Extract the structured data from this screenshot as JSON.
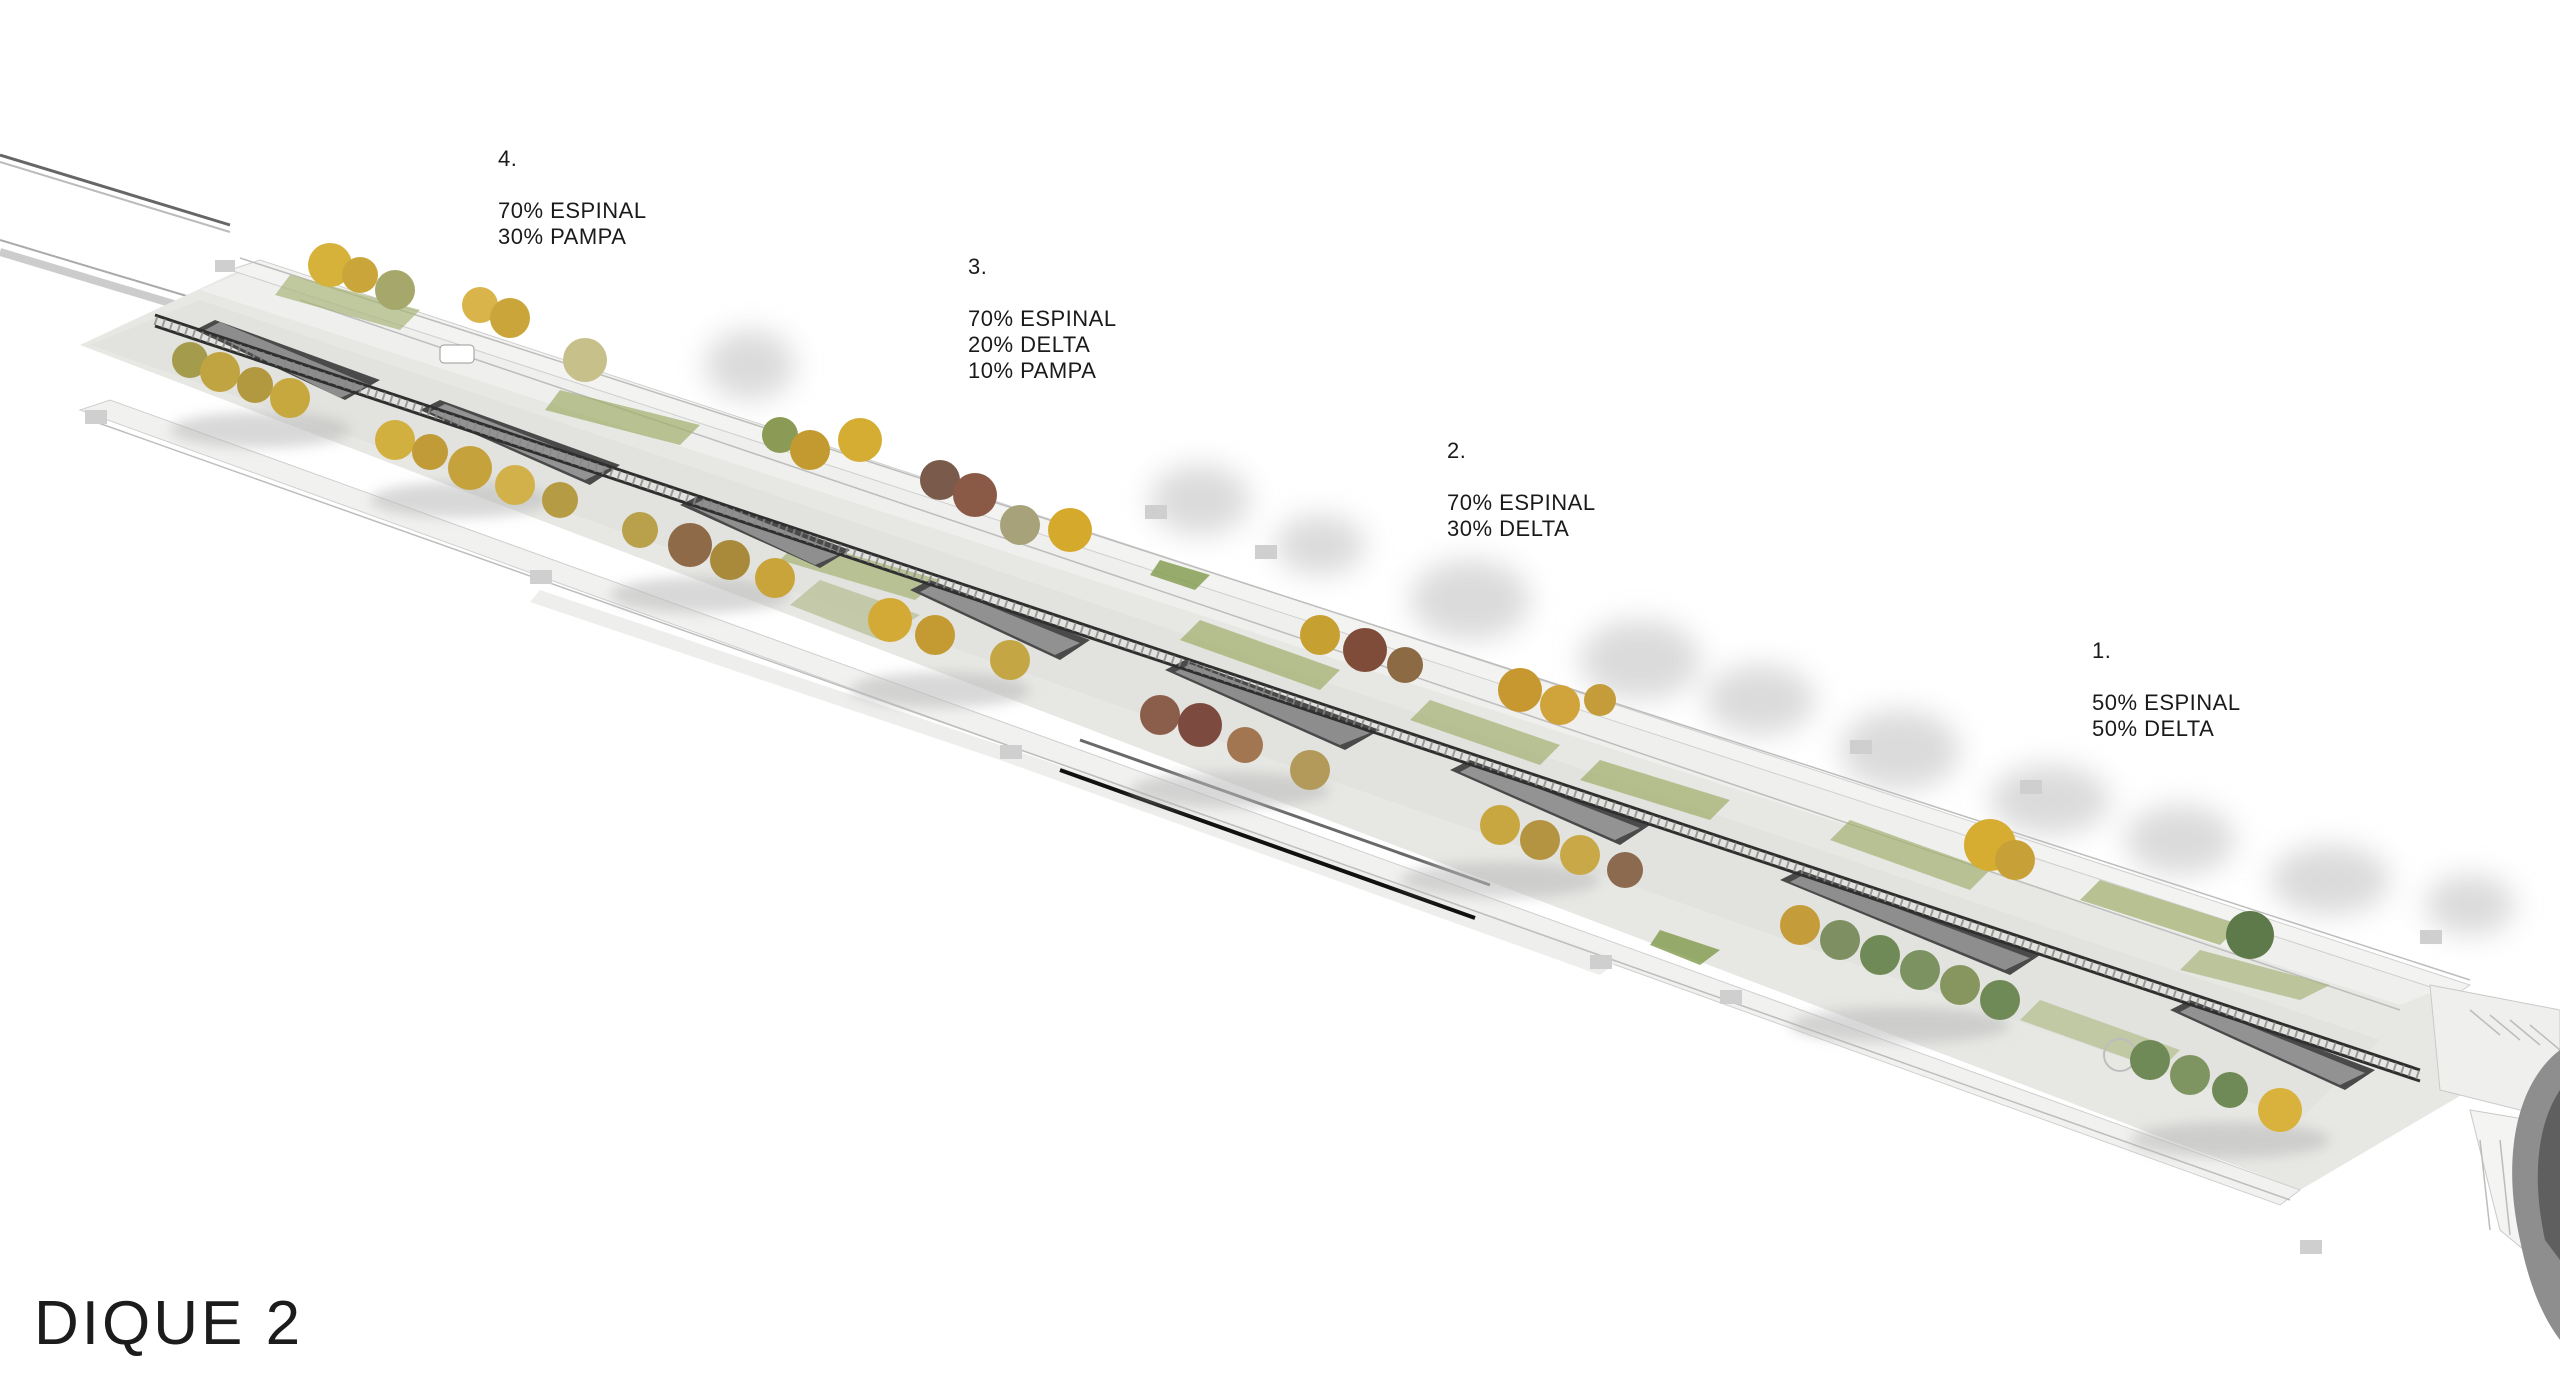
{
  "title": "DIQUE 2",
  "zones": [
    {
      "number": "4.",
      "mix": [
        "70% ESPINAL",
        "30% PAMPA"
      ]
    },
    {
      "number": "3.",
      "mix": [
        "70% ESPINAL",
        "20% DELTA",
        "10% PAMPA"
      ]
    },
    {
      "number": "2.",
      "mix": [
        "70% ESPINAL",
        "30% DELTA"
      ]
    },
    {
      "number": "1.",
      "mix": [
        "50% ESPINAL",
        "50% DELTA"
      ]
    }
  ],
  "colors": {
    "background": "#ffffff",
    "ground": "#e9e9e6",
    "path": "#f4f4f2",
    "grass": "#8fa35a",
    "rail": "#3a3a3a",
    "roof": "#9a9a9a",
    "tree_yellow": "#d9b43a",
    "tree_green": "#6f8a4c",
    "tree_dark": "#7a5a4a",
    "mist": "#d8d8d8"
  }
}
